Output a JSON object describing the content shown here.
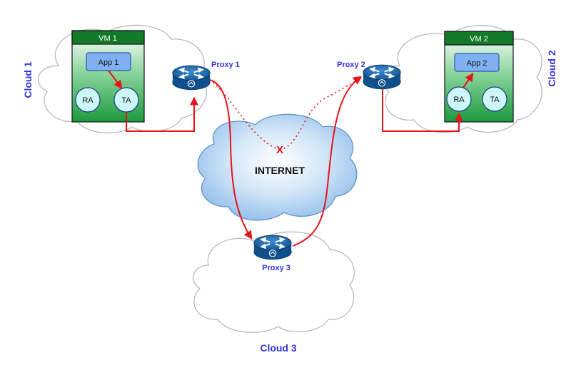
{
  "colors": {
    "label_blue": "#3333e0",
    "link_red": "#e8121b",
    "router_blue": "#1a5e9e",
    "vm_green": "#1f9a3e",
    "vm_header": "#137a2a",
    "app_blue": "#7fb1f0",
    "circle_cyan": "#ccf6f8",
    "internet_blue": "#a9cdf0"
  },
  "clouds": {
    "cloud1": "Cloud 1",
    "cloud2": "Cloud 2",
    "cloud3": "Cloud 3",
    "internet": "INTERNET"
  },
  "vms": {
    "vm1": {
      "title": "VM 1",
      "app": "App 1",
      "ra": "RA",
      "ta": "TA"
    },
    "vm2": {
      "title": "VM 2",
      "app": "App 2",
      "ra": "RA",
      "ta": "TA"
    }
  },
  "proxies": {
    "proxy1": "Proxy 1",
    "proxy2": "Proxy 2",
    "proxy3": "Proxy 3"
  },
  "failure_marker": "X"
}
